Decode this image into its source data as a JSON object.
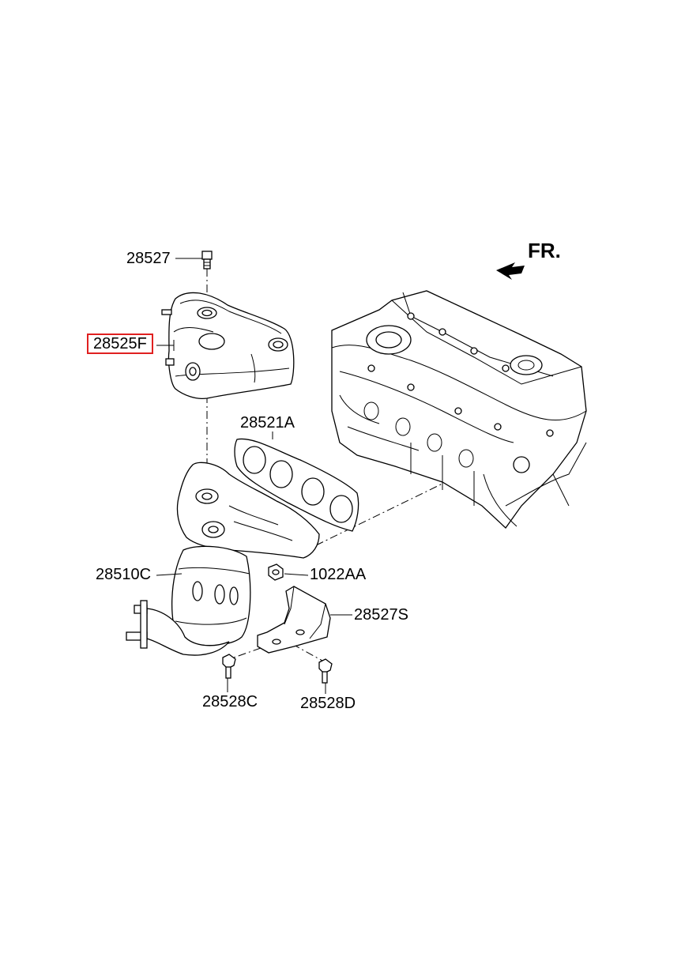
{
  "direction_label": "FR.",
  "parts": {
    "p28527": "28527",
    "p28525F": "28525F",
    "p28521A": "28521A",
    "p28510C": "28510C",
    "p1022AA": "1022AA",
    "p28527S": "28527S",
    "p28528C": "28528C",
    "p28528D": "28528D"
  },
  "highlighted_part": "28525F",
  "highlight_color": "#e02020"
}
